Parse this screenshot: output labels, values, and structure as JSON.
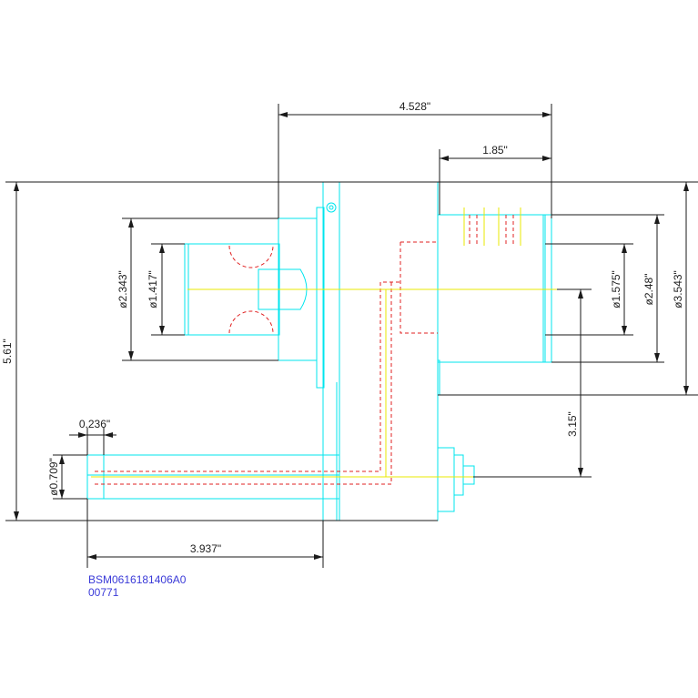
{
  "dimensions": {
    "overall_length": "4.528\"",
    "rear_length": "1.85\"",
    "height": "5.61\"",
    "dia_2343": "ø2.343\"",
    "dia_1417": "ø1.417\"",
    "dia_1575": "ø1.575\"",
    "dia_248": "ø2.48\"",
    "dia_3543": "ø3.543\"",
    "offset_315": "3.15\"",
    "shaft_0236": "0.236\"",
    "dia_0709": "ø0.709\"",
    "length_3937": "3.937\""
  },
  "title_block": {
    "part_number": "BSM0616181406A0",
    "drawing_number": "00771"
  },
  "colors": {
    "dimension": "#1a1a1a",
    "outline": "#00e5ee",
    "hidden": "#e02020",
    "centerline": "#e8e800",
    "title": "#3a3ad8"
  }
}
